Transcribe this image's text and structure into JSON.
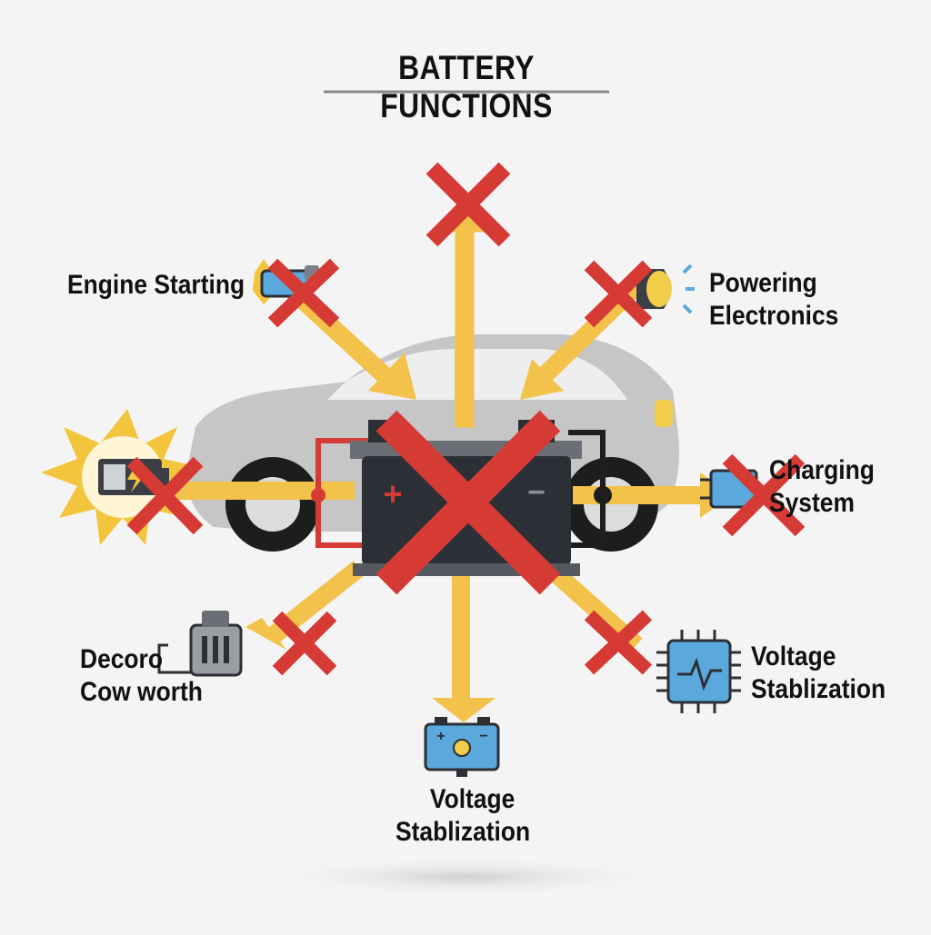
{
  "title": "BATTERY FUNCTIONS",
  "labels": {
    "engine_starting": "Engine Starting",
    "powering_electronics": [
      "Powering",
      "Electronics"
    ],
    "charging_system": [
      "Charging",
      "System"
    ],
    "decoro_cow_worth": [
      "Decoro",
      "Cow worth"
    ],
    "voltage_stabilization_right": [
      "Voltage",
      "Stablization"
    ],
    "voltage_stabilization_bottom": [
      "Voltage",
      "Stablization"
    ]
  },
  "battery": {
    "positive": "+",
    "negative": "−"
  },
  "colors": {
    "arrow": "#f2c24a",
    "cross": "#d63a35",
    "battery_body": "#2c2f36",
    "car_body": "#c6c6c6",
    "wire_red": "#d63a35",
    "wire_black": "#1e1e1e",
    "icon_blue": "#5aa8dc",
    "sun": "#f3c53c"
  },
  "icons": [
    "battery-icon",
    "sun-burst-icon",
    "starter-motor-icon",
    "headlight-icon",
    "charging-icon",
    "chip-icon",
    "alternator-icon",
    "blue-battery-icon"
  ]
}
